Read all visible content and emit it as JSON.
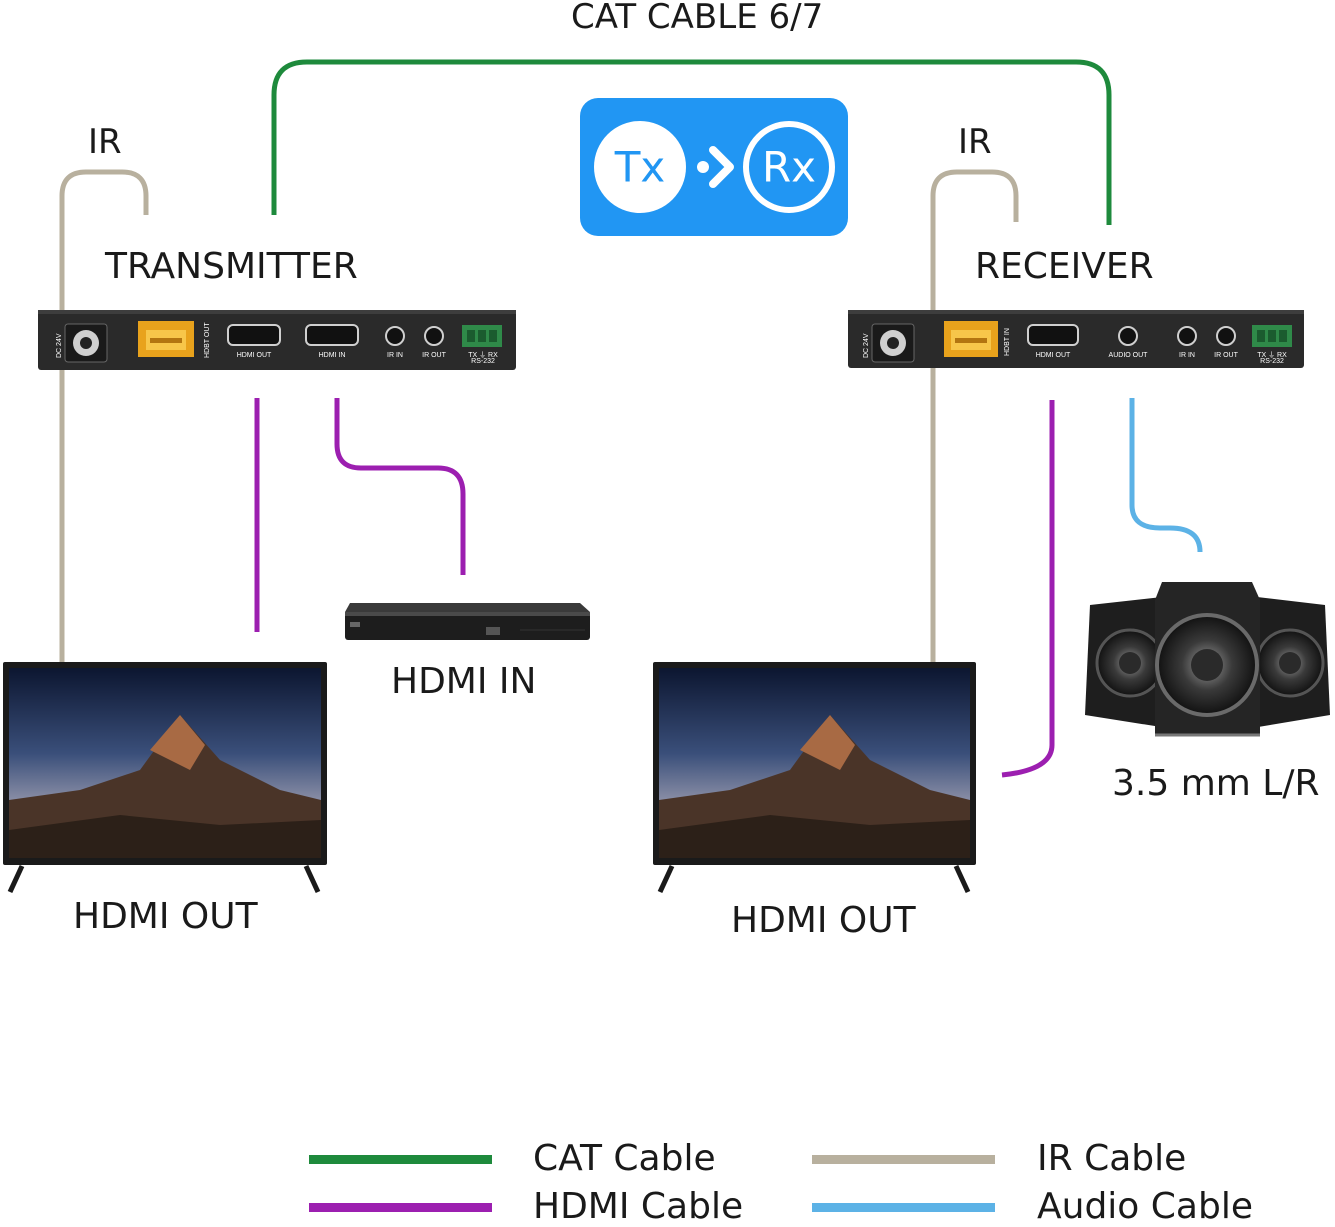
{
  "labels": {
    "cat_cable": "CAT CABLE 6/7",
    "ir_left": "IR",
    "ir_right": "IR",
    "transmitter": "TRANSMITTER",
    "receiver": "RECEIVER",
    "hdmi_in": "HDMI IN",
    "hdmi_out_left": "HDMI OUT",
    "hdmi_out_right": "HDMI OUT",
    "audio": "3.5 mm L/R"
  },
  "badge": {
    "tx": "Tx",
    "rx": "Rx"
  },
  "transmitter_ports": {
    "dc": "DC 24V",
    "hdbt": "HDBT OUT",
    "hdmi_out": "HDMI OUT",
    "hdmi_in": "HDMI IN",
    "ir_in": "IR IN",
    "ir_out": "IR OUT",
    "txrx": "TX  ⏚  RX",
    "rs232": "RS-232"
  },
  "receiver_ports": {
    "dc": "DC 24V",
    "hdbt": "HDBT IN",
    "hdmi_out": "HDMI OUT",
    "audio_out": "AUDIO OUT",
    "ir_in": "IR IN",
    "ir_out": "IR OUT",
    "txrx": "TX  ⏚  RX",
    "rs232": "RS-232"
  },
  "legend": [
    {
      "label": "CAT Cable",
      "color": "#1e8a3c"
    },
    {
      "label": "HDMI Cable",
      "color": "#9c1fb0"
    },
    {
      "label": "IR Cable",
      "color": "#b8b09e"
    },
    {
      "label": "Audio Cable",
      "color": "#5cb2e6"
    }
  ],
  "colors": {
    "cat": "#1e8a3c",
    "hdmi": "#9c1fb0",
    "ir": "#b8b09e",
    "audio": "#5cb2e6",
    "badge": "#2196f3",
    "device": "#2a2a2a"
  }
}
